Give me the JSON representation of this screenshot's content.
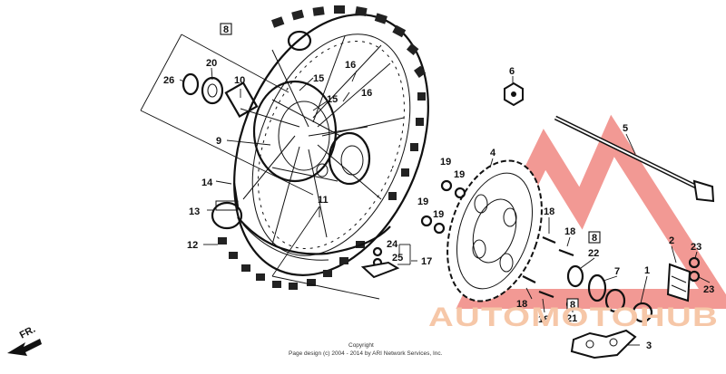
{
  "diagram": {
    "callouts": [
      {
        "id": "c-8a",
        "text": "8",
        "boxed": true
      },
      {
        "id": "c-20",
        "text": "20"
      },
      {
        "id": "c-26",
        "text": "26"
      },
      {
        "id": "c-10",
        "text": "10"
      },
      {
        "id": "c-9",
        "text": "9"
      },
      {
        "id": "c-15a",
        "text": "15"
      },
      {
        "id": "c-16a",
        "text": "16"
      },
      {
        "id": "c-15b",
        "text": "15"
      },
      {
        "id": "c-16b",
        "text": "16"
      },
      {
        "id": "c-14",
        "text": "14"
      },
      {
        "id": "c-13",
        "text": "13"
      },
      {
        "id": "c-12",
        "text": "12"
      },
      {
        "id": "c-11",
        "text": "11"
      },
      {
        "id": "c-24",
        "text": "24"
      },
      {
        "id": "c-25",
        "text": "25"
      },
      {
        "id": "c-17",
        "text": "17"
      },
      {
        "id": "c-6",
        "text": "6"
      },
      {
        "id": "c-5",
        "text": "5"
      },
      {
        "id": "c-4",
        "text": "4"
      },
      {
        "id": "c-19a",
        "text": "19"
      },
      {
        "id": "c-19b",
        "text": "19"
      },
      {
        "id": "c-19c",
        "text": "19"
      },
      {
        "id": "c-19d",
        "text": "19"
      },
      {
        "id": "c-18a",
        "text": "18"
      },
      {
        "id": "c-18b",
        "text": "18"
      },
      {
        "id": "c-8b",
        "text": "8",
        "boxed": true
      },
      {
        "id": "c-22",
        "text": "22"
      },
      {
        "id": "c-8c",
        "text": "8",
        "boxed": true
      },
      {
        "id": "c-21",
        "text": "21"
      },
      {
        "id": "c-18c",
        "text": "18"
      },
      {
        "id": "c-18d",
        "text": "18"
      },
      {
        "id": "c-7",
        "text": "7"
      },
      {
        "id": "c-1",
        "text": "1"
      },
      {
        "id": "c-2",
        "text": "2"
      },
      {
        "id": "c-23a",
        "text": "23"
      },
      {
        "id": "c-23b",
        "text": "23"
      },
      {
        "id": "c-3",
        "text": "3"
      }
    ],
    "direction_label": "FR.",
    "copyright_line1": "Copyright",
    "copyright_line2": "Page design (c) 2004 - 2014 by ARI Network Services, Inc.",
    "watermark": "AUTOMOTOHUB",
    "watermark_color": "#e8453c",
    "watermark_text_color": "#f6c7a8"
  }
}
